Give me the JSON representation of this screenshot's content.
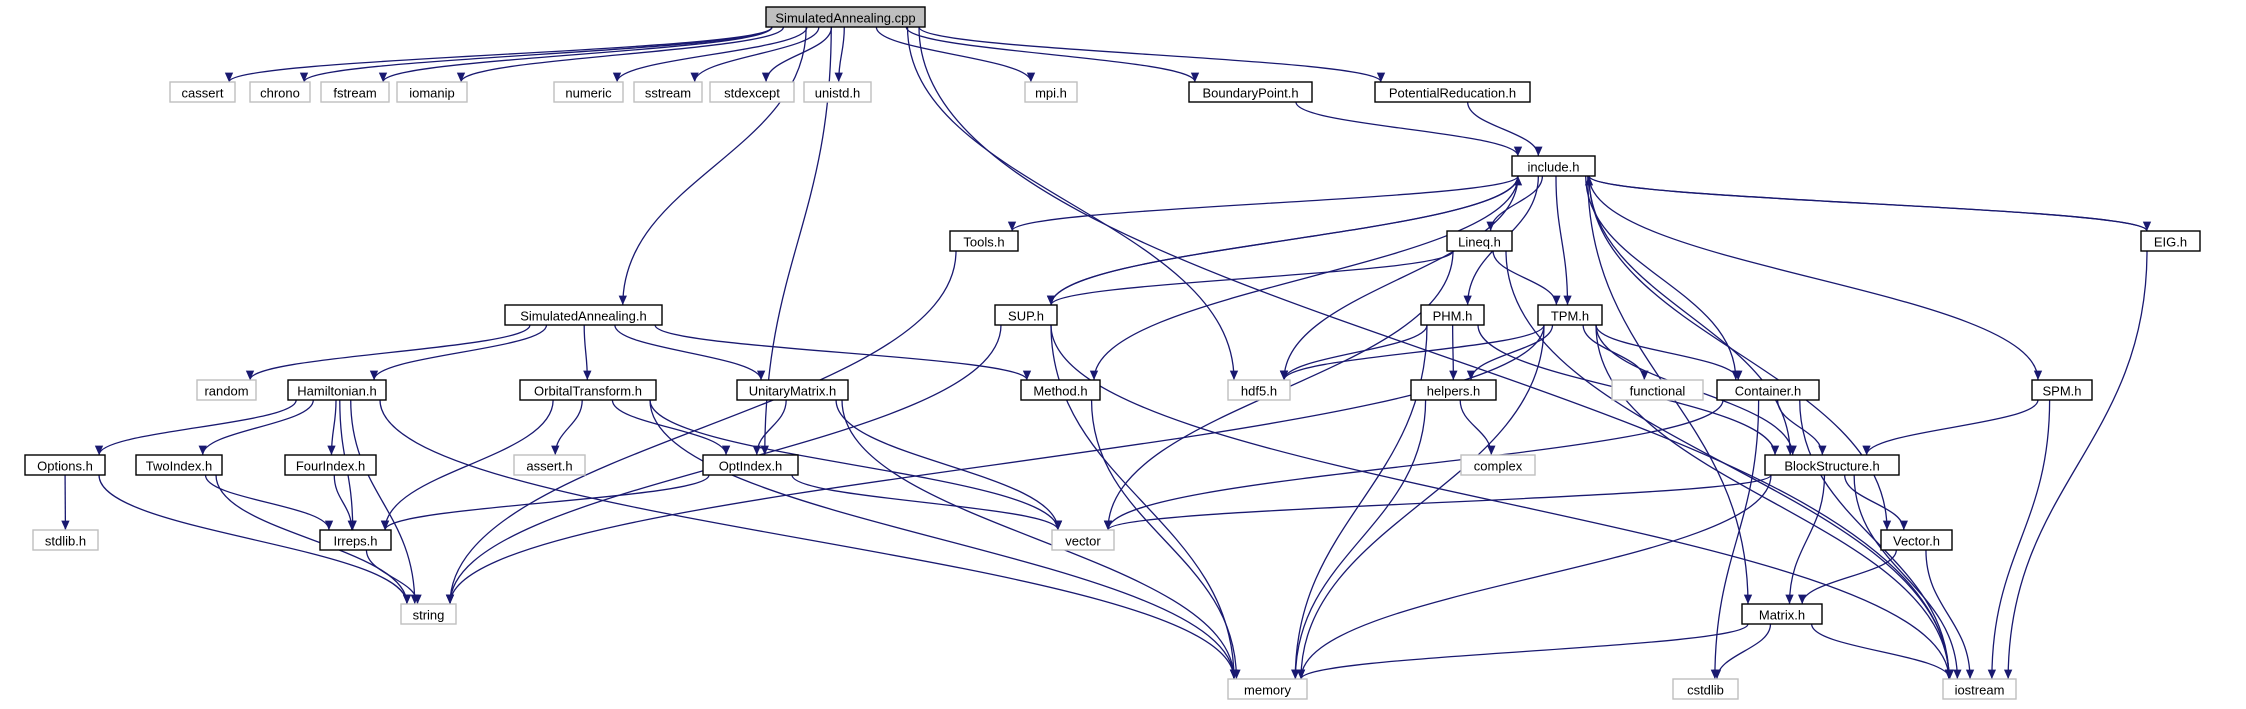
{
  "colors": {
    "edge": "#191970",
    "root_fill": "#bfbfbf",
    "local_border": "#000000",
    "system_border": "#bfbfbf",
    "background": "#ffffff"
  },
  "nodes": {
    "root": "SimulatedAnnealing.cpp",
    "cassert": "cassert",
    "chrono": "chrono",
    "fstream": "fstream",
    "iomanip": "iomanip",
    "numeric": "numeric",
    "sstream": "sstream",
    "stdexcept": "stdexcept",
    "unistd": "unistd.h",
    "mpi": "mpi.h",
    "boundarypoint": "BoundaryPoint.h",
    "potentialreducation": "PotentialReducation.h",
    "include": "include.h",
    "tools": "Tools.h",
    "lineq": "Lineq.h",
    "eig": "EIG.h",
    "simulatedannealing": "SimulatedAnnealing.h",
    "sup": "SUP.h",
    "phm": "PHM.h",
    "tpm": "TPM.h",
    "random": "random",
    "hamiltonian": "Hamiltonian.h",
    "orbitaltransform": "OrbitalTransform.h",
    "unitarymatrix": "UnitaryMatrix.h",
    "method": "Method.h",
    "hdf5": "hdf5.h",
    "helpers": "helpers.h",
    "functional": "functional",
    "container": "Container.h",
    "spm": "SPM.h",
    "complex": "complex",
    "options": "Options.h",
    "twoindex": "TwoIndex.h",
    "fourindex": "FourIndex.h",
    "assert": "assert.h",
    "optindex": "OptIndex.h",
    "blockstructure": "BlockStructure.h",
    "stdlib": "stdlib.h",
    "irreps": "Irreps.h",
    "vector": "vector",
    "vectorh": "Vector.h",
    "string": "string",
    "matrix": "Matrix.h",
    "memory": "memory",
    "cstdlib": "cstdlib",
    "iostream": "iostream"
  },
  "edges": [
    [
      "root",
      "cassert"
    ],
    [
      "root",
      "chrono"
    ],
    [
      "root",
      "fstream"
    ],
    [
      "root",
      "iomanip"
    ],
    [
      "root",
      "numeric"
    ],
    [
      "root",
      "sstream"
    ],
    [
      "root",
      "stdexcept"
    ],
    [
      "root",
      "unistd"
    ],
    [
      "root",
      "mpi"
    ],
    [
      "root",
      "boundarypoint"
    ],
    [
      "root",
      "potentialreducation"
    ],
    [
      "root",
      "iostream"
    ],
    [
      "root",
      "simulatedannealing"
    ],
    [
      "root",
      "optindex"
    ],
    [
      "root",
      "hdf5"
    ],
    [
      "boundarypoint",
      "include"
    ],
    [
      "potentialreducation",
      "include"
    ],
    [
      "include",
      "tools"
    ],
    [
      "include",
      "lineq"
    ],
    [
      "include",
      "sup"
    ],
    [
      "include",
      "method"
    ],
    [
      "include",
      "hdf5"
    ],
    [
      "include",
      "phm"
    ],
    [
      "include",
      "tpm"
    ],
    [
      "include",
      "container"
    ],
    [
      "include",
      "matrix"
    ],
    [
      "include",
      "blockstructure"
    ],
    [
      "include",
      "vectorh"
    ],
    [
      "include",
      "spm"
    ],
    [
      "include",
      "eig"
    ],
    [
      "sup",
      "include"
    ],
    [
      "eig",
      "include"
    ],
    [
      "tools",
      "string"
    ],
    [
      "lineq",
      "sup"
    ],
    [
      "lineq",
      "tpm"
    ],
    [
      "lineq",
      "vector"
    ],
    [
      "lineq",
      "iostream"
    ],
    [
      "sup",
      "string"
    ],
    [
      "sup",
      "memory"
    ],
    [
      "sup",
      "iostream"
    ],
    [
      "phm",
      "hdf5"
    ],
    [
      "phm",
      "helpers"
    ],
    [
      "phm",
      "memory"
    ],
    [
      "phm",
      "blockstructure"
    ],
    [
      "tpm",
      "hdf5"
    ],
    [
      "tpm",
      "helpers"
    ],
    [
      "tpm",
      "functional"
    ],
    [
      "tpm",
      "container"
    ],
    [
      "tpm",
      "string"
    ],
    [
      "tpm",
      "memory"
    ],
    [
      "tpm",
      "iostream"
    ],
    [
      "tpm",
      "blockstructure"
    ],
    [
      "helpers",
      "complex"
    ],
    [
      "helpers",
      "memory"
    ],
    [
      "container",
      "blockstructure"
    ],
    [
      "container",
      "vector"
    ],
    [
      "container",
      "cstdlib"
    ],
    [
      "container",
      "iostream"
    ],
    [
      "spm",
      "blockstructure"
    ],
    [
      "spm",
      "iostream"
    ],
    [
      "eig",
      "iostream"
    ],
    [
      "simulatedannealing",
      "random"
    ],
    [
      "simulatedannealing",
      "hamiltonian"
    ],
    [
      "simulatedannealing",
      "orbitaltransform"
    ],
    [
      "simulatedannealing",
      "unitarymatrix"
    ],
    [
      "simulatedannealing",
      "method"
    ],
    [
      "hamiltonian",
      "options"
    ],
    [
      "hamiltonian",
      "twoindex"
    ],
    [
      "hamiltonian",
      "fourindex"
    ],
    [
      "hamiltonian",
      "irreps"
    ],
    [
      "hamiltonian",
      "string"
    ],
    [
      "hamiltonian",
      "memory"
    ],
    [
      "orbitaltransform",
      "assert"
    ],
    [
      "orbitaltransform",
      "optindex"
    ],
    [
      "orbitaltransform",
      "irreps"
    ],
    [
      "orbitaltransform",
      "vector"
    ],
    [
      "orbitaltransform",
      "memory"
    ],
    [
      "unitarymatrix",
      "optindex"
    ],
    [
      "unitarymatrix",
      "vector"
    ],
    [
      "unitarymatrix",
      "memory"
    ],
    [
      "method",
      "memory"
    ],
    [
      "options",
      "stdlib"
    ],
    [
      "options",
      "string"
    ],
    [
      "twoindex",
      "irreps"
    ],
    [
      "twoindex",
      "string"
    ],
    [
      "fourindex",
      "irreps"
    ],
    [
      "optindex",
      "irreps"
    ],
    [
      "optindex",
      "vector"
    ],
    [
      "irreps",
      "string"
    ],
    [
      "blockstructure",
      "vector"
    ],
    [
      "blockstructure",
      "vectorh"
    ],
    [
      "blockstructure",
      "matrix"
    ],
    [
      "blockstructure",
      "memory"
    ],
    [
      "blockstructure",
      "iostream"
    ],
    [
      "vectorh",
      "matrix"
    ],
    [
      "vectorh",
      "iostream"
    ],
    [
      "matrix",
      "memory"
    ],
    [
      "matrix",
      "cstdlib"
    ],
    [
      "matrix",
      "iostream"
    ]
  ]
}
